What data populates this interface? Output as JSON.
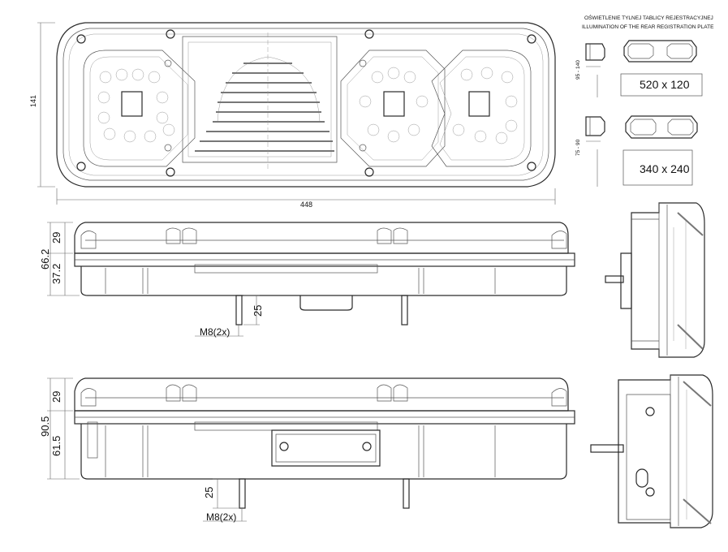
{
  "header": {
    "line1": "OŚWIETLENIE TYLNEJ TABLICY REJESTRACYJNEJ",
    "line2": "ILLUMINATION OF THE REAR REGISTRATION PLATE"
  },
  "plates": [
    {
      "size": "520 x 120",
      "range": "95 - 140"
    },
    {
      "size": "340 x 240",
      "range": "75 - 90"
    }
  ],
  "front_view": {
    "width": "448",
    "height": "141"
  },
  "side_view_1": {
    "total": "66.2",
    "top": "29",
    "bottom": "37.2",
    "stud": "25",
    "thread": "M8(2x)"
  },
  "side_view_2": {
    "total": "90.5",
    "top": "29",
    "bottom": "61.5",
    "stud": "25",
    "thread": "M8(2x)"
  }
}
